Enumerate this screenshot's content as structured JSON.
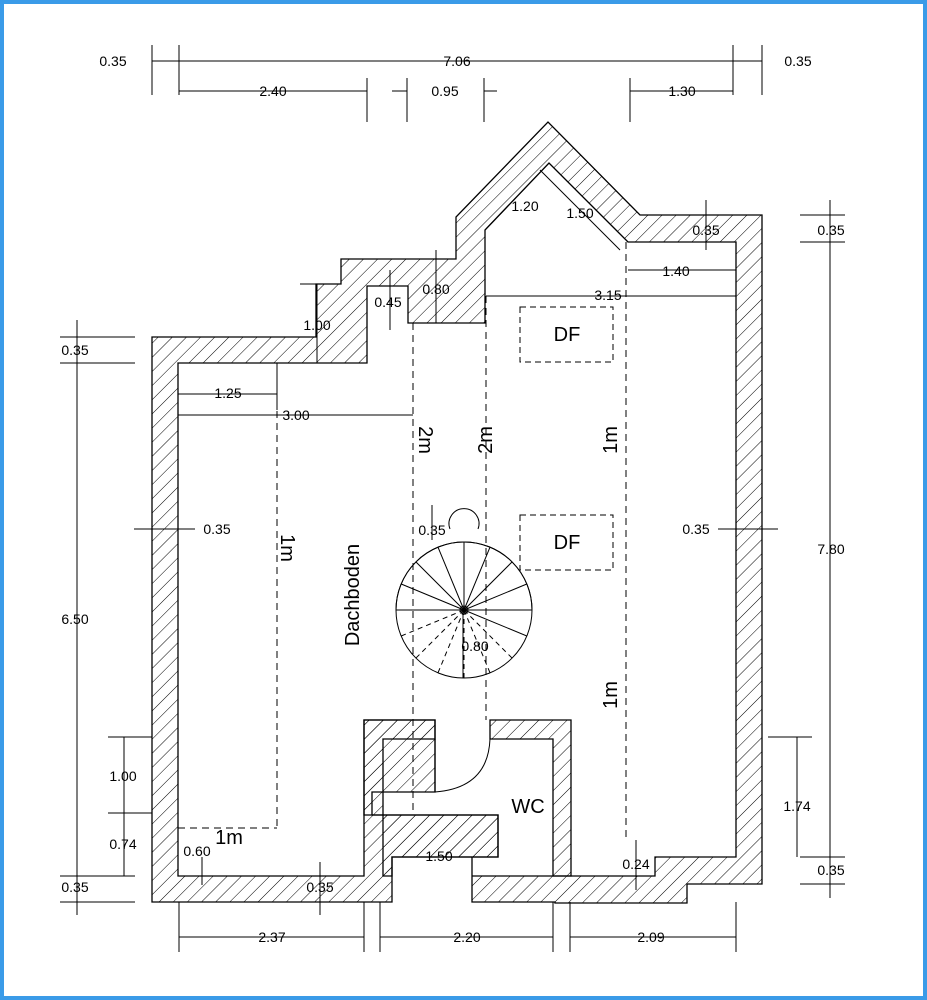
{
  "border_color": "#3a9be8",
  "dimensions": {
    "top_overall": "7.06",
    "top_left_offset": "0.35",
    "top_right_offset": "0.35",
    "top_seg_1": "2.40",
    "top_seg_2": "0.95",
    "top_seg_3": "1.30",
    "gable_left": "1.20",
    "gable_right": "1.50",
    "wall_upper_right": "0.35",
    "right_offset": "1.40",
    "inner_width_right": "3.15",
    "step_height_a": "0.45",
    "step_height_b": "0.80",
    "step_height_c": "1.00",
    "left_top_wall": "0.35",
    "left_overall": "6.50",
    "right_top_wall": "0.35",
    "right_overall": "7.80",
    "inner_seg_left": "1.25",
    "inner_width_left": "3.00",
    "wall_left": "0.35",
    "wall_right": "0.35",
    "stair_offset": "0.35",
    "stair_radius": "0.80",
    "left_seg_1": "1.00",
    "left_seg_2": "0.74",
    "left_seg_3": "0.60",
    "left_bottom_wall": "0.35",
    "bottom_wall": "0.35",
    "wc_width": "1.50",
    "right_seg": "1.74",
    "right_bottom_wall": "0.35",
    "right_small": "0.24",
    "bottom_seg_1": "2.37",
    "bottom_seg_2": "2.20",
    "bottom_seg_3": "2.09"
  },
  "rooms": {
    "attic": "Dachboden",
    "wc": "WC"
  },
  "skylights": [
    "DF",
    "DF"
  ],
  "height_lines": {
    "left_1m": "1m",
    "mid_2m_a": "2m",
    "mid_2m_b": "2m",
    "right_1m_top": "1m",
    "right_1m_bottom": "1m",
    "bottom_1m": "1m"
  }
}
